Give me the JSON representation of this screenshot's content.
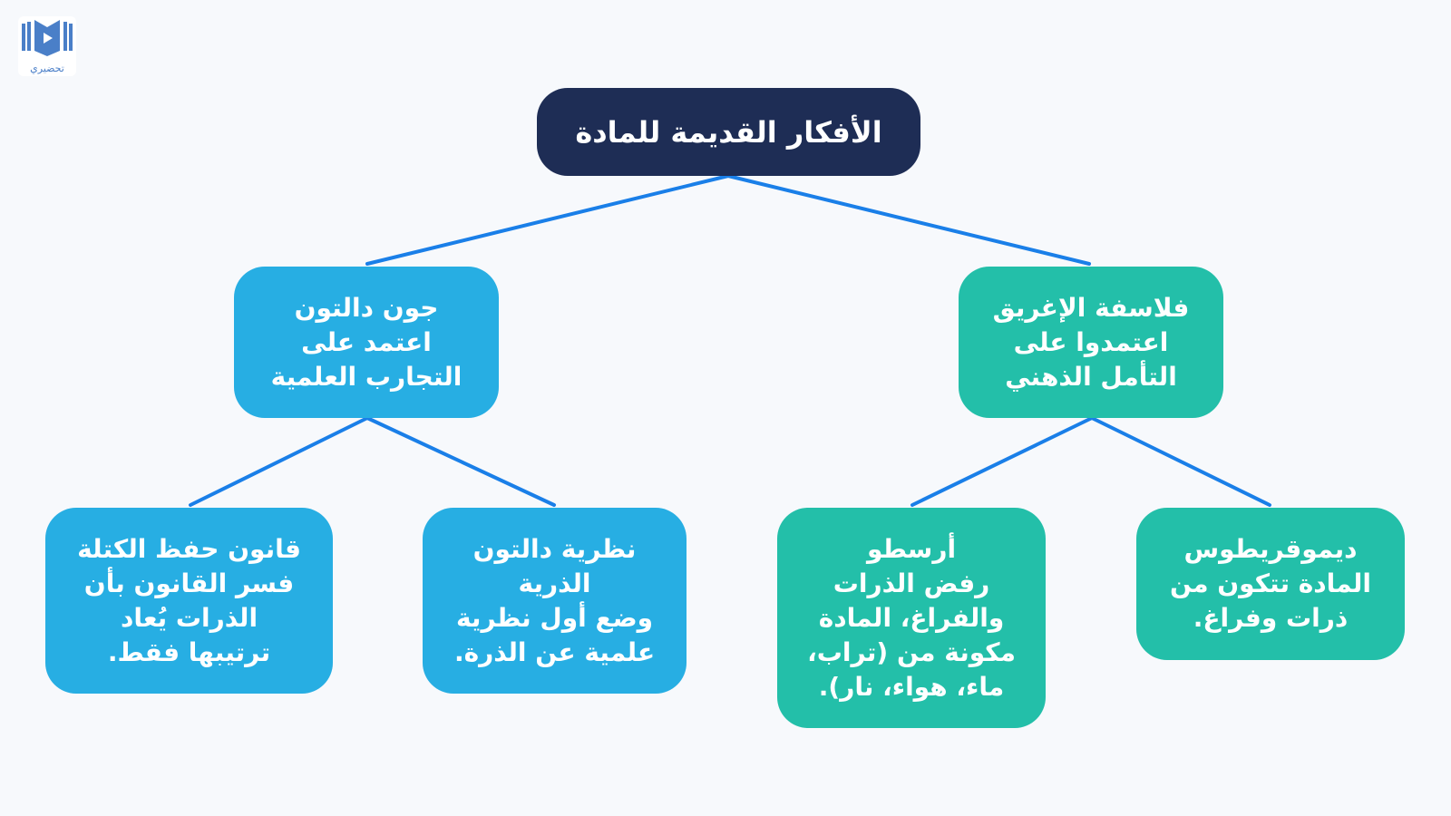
{
  "logo": {
    "text": "تحضيري"
  },
  "colors": {
    "root": "#1e2d55",
    "blue": "#27aee3",
    "teal": "#23bfa9",
    "connector": "#1a7fe8"
  },
  "root": {
    "title": "الأفكار القديمة للمادة"
  },
  "dalton": {
    "lines": [
      "جون دالتون",
      "اعتمد على",
      "التجارب العلمية"
    ]
  },
  "greeks": {
    "lines": [
      "فلاسفة الإغريق",
      "اعتمدوا على",
      "التأمل الذهني"
    ]
  },
  "conservation": {
    "lines": [
      "قانون حفظ الكتلة",
      "فسر القانون بأن",
      "الذرات يُعاد",
      "ترتيبها فقط."
    ]
  },
  "atomic_theory": {
    "lines": [
      "نظرية دالتون",
      "الذرية",
      "وضع أول نظرية",
      "علمية عن الذرة."
    ]
  },
  "aristotle": {
    "lines": [
      "أرسطو",
      "رفض الذرات",
      "والفراغ، المادة",
      "مكونة من (تراب،",
      "ماء، هواء، نار)."
    ]
  },
  "democritus": {
    "lines": [
      "ديموقريطوس",
      "المادة تتكون من",
      "ذرات وفراغ."
    ]
  }
}
